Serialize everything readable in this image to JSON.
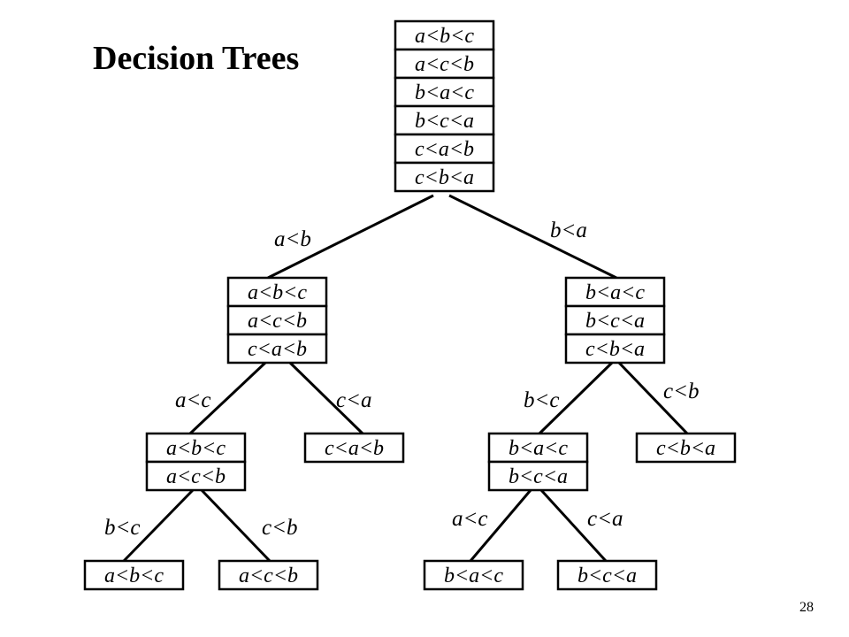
{
  "slide": {
    "title": "Decision Trees",
    "page_number": "28"
  },
  "tree": {
    "nodes": {
      "root": [
        "a<b<c",
        "a<c<b",
        "b<a<c",
        "b<c<a",
        "c<a<b",
        "c<b<a"
      ],
      "l": [
        "a<b<c",
        "a<c<b",
        "c<a<b"
      ],
      "r": [
        "b<a<c",
        "b<c<a",
        "c<b<a"
      ],
      "ll": [
        "a<b<c",
        "a<c<b"
      ],
      "lr": [
        "c<a<b"
      ],
      "rl": [
        "b<a<c",
        "b<c<a"
      ],
      "rr": [
        "c<b<a"
      ],
      "lll": [
        "a<b<c"
      ],
      "llr": [
        "a<c<b"
      ],
      "rll": [
        "b<a<c"
      ],
      "rlr": [
        "b<c<a"
      ]
    },
    "edges": {
      "root_l": "a<b",
      "root_r": "b<a",
      "l_ll": "a<c",
      "l_lr": "c<a",
      "r_rl": "b<c",
      "r_rr": "c<b",
      "ll_lll": "b<c",
      "ll_llr": "c<b",
      "rl_rll": "a<c",
      "rl_rlr": "c<a"
    }
  }
}
